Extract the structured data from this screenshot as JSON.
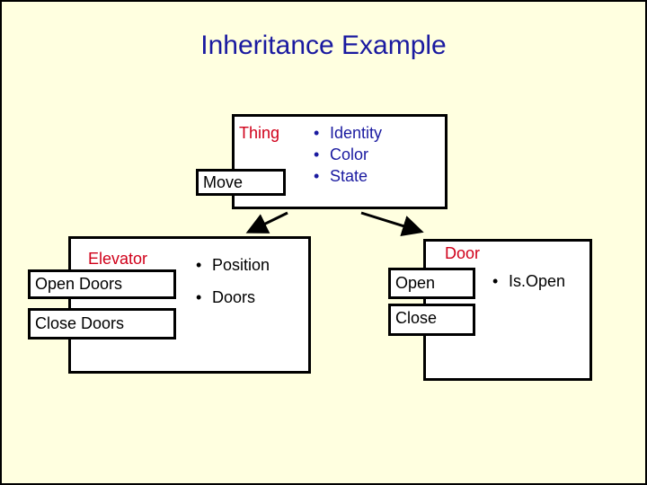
{
  "title": "Inheritance Example",
  "thing": {
    "name": "Thing",
    "method": "Move",
    "attributes": [
      "Identity",
      "Color",
      "State"
    ]
  },
  "elevator": {
    "name": "Elevator",
    "methods": [
      "Open Doors",
      "Close Doors"
    ],
    "attributes": [
      "Position",
      "Doors"
    ]
  },
  "door": {
    "name": "Door",
    "methods": [
      "Open",
      "Close"
    ],
    "attributes": [
      "Is.Open"
    ]
  },
  "colors": {
    "background": "#ffffe0",
    "title": "#1a1aa0",
    "class_name": "#d0001a"
  }
}
